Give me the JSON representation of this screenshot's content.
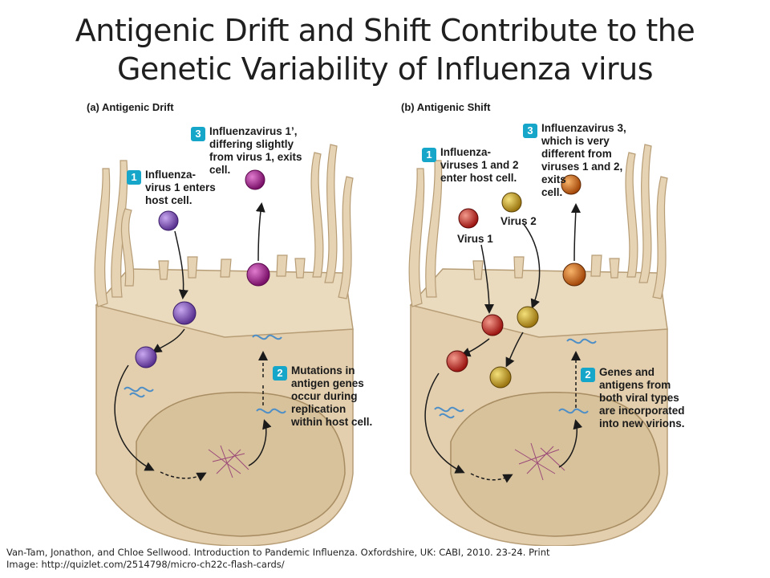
{
  "title": {
    "line1": "Antigenic Drift and Shift Contribute to the",
    "line2": "Genetic Variability of Influenza virus"
  },
  "panels": [
    {
      "heading": "(a) Antigenic Drift",
      "steps": [
        {
          "number": "1",
          "text": "Influenza-\nvirus 1 enters\nhost cell."
        },
        {
          "number": "2",
          "text": "Mutations in\nantigen genes\noccur during\nreplication\nwithin host cell."
        },
        {
          "number": "3",
          "text": "Influenzavirus 1’,\ndiffering slightly\nfrom virus 1, exits\ncell."
        }
      ],
      "virus_colors": {
        "entering": "#7b4fb0",
        "exiting": "#a3248f"
      }
    },
    {
      "heading": "(b) Antigenic Shift",
      "steps": [
        {
          "number": "1",
          "text": "Influenza-\nviruses 1 and 2\nenter host cell."
        },
        {
          "number": "2",
          "text": "Genes and\nantigens from\nboth viral types\nare incorporated\ninto new virions."
        },
        {
          "number": "3",
          "text": "Influenzavirus 3,\nwhich is very\ndifferent from\nviruses 1 and 2,\nexits\ncell."
        }
      ],
      "labels": {
        "virus1": "Virus 1",
        "virus2": "Virus 2"
      },
      "virus_colors": {
        "virus1": "#c8231f",
        "virus2": "#c9a21a",
        "virus3": "#d46a10"
      }
    }
  ],
  "citation": {
    "line1": "Van-Tam, Jonathon, and Chloe Sellwood. Introduction to Pandemic Influenza. Oxfordshire, UK: CABI, 2010. 23-24. Print",
    "line2": "Image: http://quizlet.com/2514798/micro-ch22c-flash-cards/"
  }
}
